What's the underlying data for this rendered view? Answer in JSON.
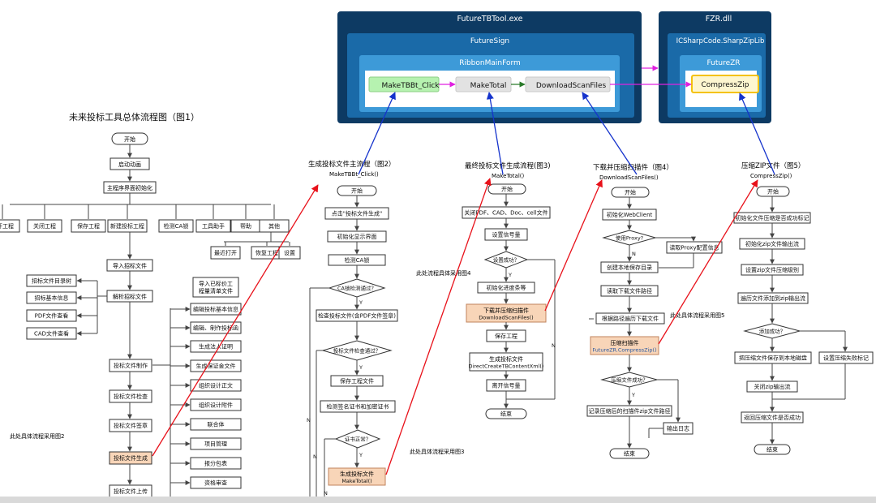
{
  "colors": {
    "dark_navy": "#0d3a63",
    "mid_blue": "#1a6aa8",
    "light_blue": "#3d9ad8",
    "green_node": "#b6f2b0",
    "gray_node": "#e2e2e2",
    "yellow_border": "#f4c20d",
    "highlight_fill": "#f8d5b8",
    "arrow_red": "#e8111a",
    "arrow_blue": "#1533cc",
    "arrow_magenta": "#e020e0",
    "arrow_green": "#2a7a2a"
  },
  "dependency_graph": {
    "future_tb_tool": {
      "title": "FutureTBTool.exe",
      "future_sign": {
        "title": "FutureSign",
        "ribbon_main_form": {
          "title": "RibbonMainForm",
          "nodes": [
            "MakeTBBt_Click",
            "MakeTotal",
            "DownloadScanFiles"
          ]
        }
      }
    },
    "fzr_dll": {
      "title": "FZR.dll",
      "sharp_zip": {
        "title": "ICSharpCode.SharpZipLib",
        "future_zr": {
          "title": "FutureZR",
          "node": "CompressZip"
        }
      }
    }
  },
  "figure1": {
    "title": "未来投标工具总体流程图（图1）",
    "start": "开始",
    "launch": "启动动画",
    "init_ui": "主程序界面初始化",
    "menu": [
      "打开工程",
      "关闭工程",
      "保存工程",
      "新建投标工程",
      "检测CA锁",
      "工具助手",
      "帮助",
      "其他"
    ],
    "other_sub": [
      "最近打开",
      "恢复工程",
      "设置"
    ],
    "import_file": "导入招标文件",
    "parse_file": "解析招标文件",
    "parse_outputs": [
      "招标文件目录树",
      "招标基本信息",
      "PDF文件查看",
      "CAD文件查看"
    ],
    "main_steps": [
      "投标文件制作",
      "投标文件检查",
      "投标文件签章",
      "投标文件生成",
      "投标文件上传"
    ],
    "import_list": "导入已标价工程量清单文件",
    "make_items": [
      "编辑投标基本信息",
      "编辑、制作投标函",
      "生成法人证明",
      "生成保证金文件",
      "组织设计正文",
      "组织设计附件",
      "联合体",
      "项目管理",
      "报分包表",
      "资格审查"
    ],
    "note": "此处具体流程采用图2"
  },
  "figure2": {
    "title": "生成投标文件主流程（图2）",
    "subtitle": "MakeTBBt_Click()",
    "steps": [
      "开始",
      "点击\"投标文件生成\"",
      "初始化显示界面",
      "检测CA锁",
      "CA锁检测通过？",
      "检查投标文件(含PDF文件签章)",
      "投标文件检查通过？",
      "保存工程文件",
      "检测签名证书和加密证书",
      "证书正常？",
      "生成投标文件"
    ],
    "call": "MakeTotal()",
    "yes": "Y",
    "no": "N",
    "note": "此处具体流程采用图3"
  },
  "figure3": {
    "title": "最终投标文件生成流程(图3)",
    "subtitle": "MakeTotal()",
    "steps": [
      "开始",
      "关闭PDF、CAD、Doc、cell文件",
      "设置信号量",
      "设置成功？",
      "初始化进度条等",
      "下载并压缩扫描件",
      "保存工程",
      "生成投标文件",
      "离开信号量",
      "结束"
    ],
    "download_call": "DownloadScanFiles()",
    "create_call": "DirectCreateTBContentXml()",
    "yes": "Y",
    "no": "N",
    "note": "此处流程具体采用图4"
  },
  "figure4": {
    "title": "下载并压缩扫描件（图4）",
    "subtitle": "DownloadScanFiles()",
    "steps": [
      "开始",
      "初始化WebClient",
      "使用Proxy?",
      "读取Proxy配置信息",
      "创建本地保存目录",
      "读取下载文件路径",
      "根据路径遍历下载文件",
      "压缩扫描件",
      "压缩文件成功？",
      "记录压缩后的扫描件zip文件路径",
      "输出日志",
      "结束"
    ],
    "compress_call": "FutureZR.CompressZip()",
    "yes": "Y",
    "no": "N",
    "note": "此处具体流程采用图5"
  },
  "figure5": {
    "title": "压缩ZIP文件（图5）",
    "subtitle": "CompressZip()",
    "steps": [
      "开始",
      "初始化文件压缩是否成功标记",
      "初始化zip文件输出流",
      "设置zip文件压缩级别",
      "遍历文件添加到zip输出流",
      "添加成功？",
      "把压缩文件保存到本地磁盘",
      "设置压缩失败标记",
      "关闭zip输出流",
      "返回压缩文件是否成功",
      "结束"
    ]
  }
}
